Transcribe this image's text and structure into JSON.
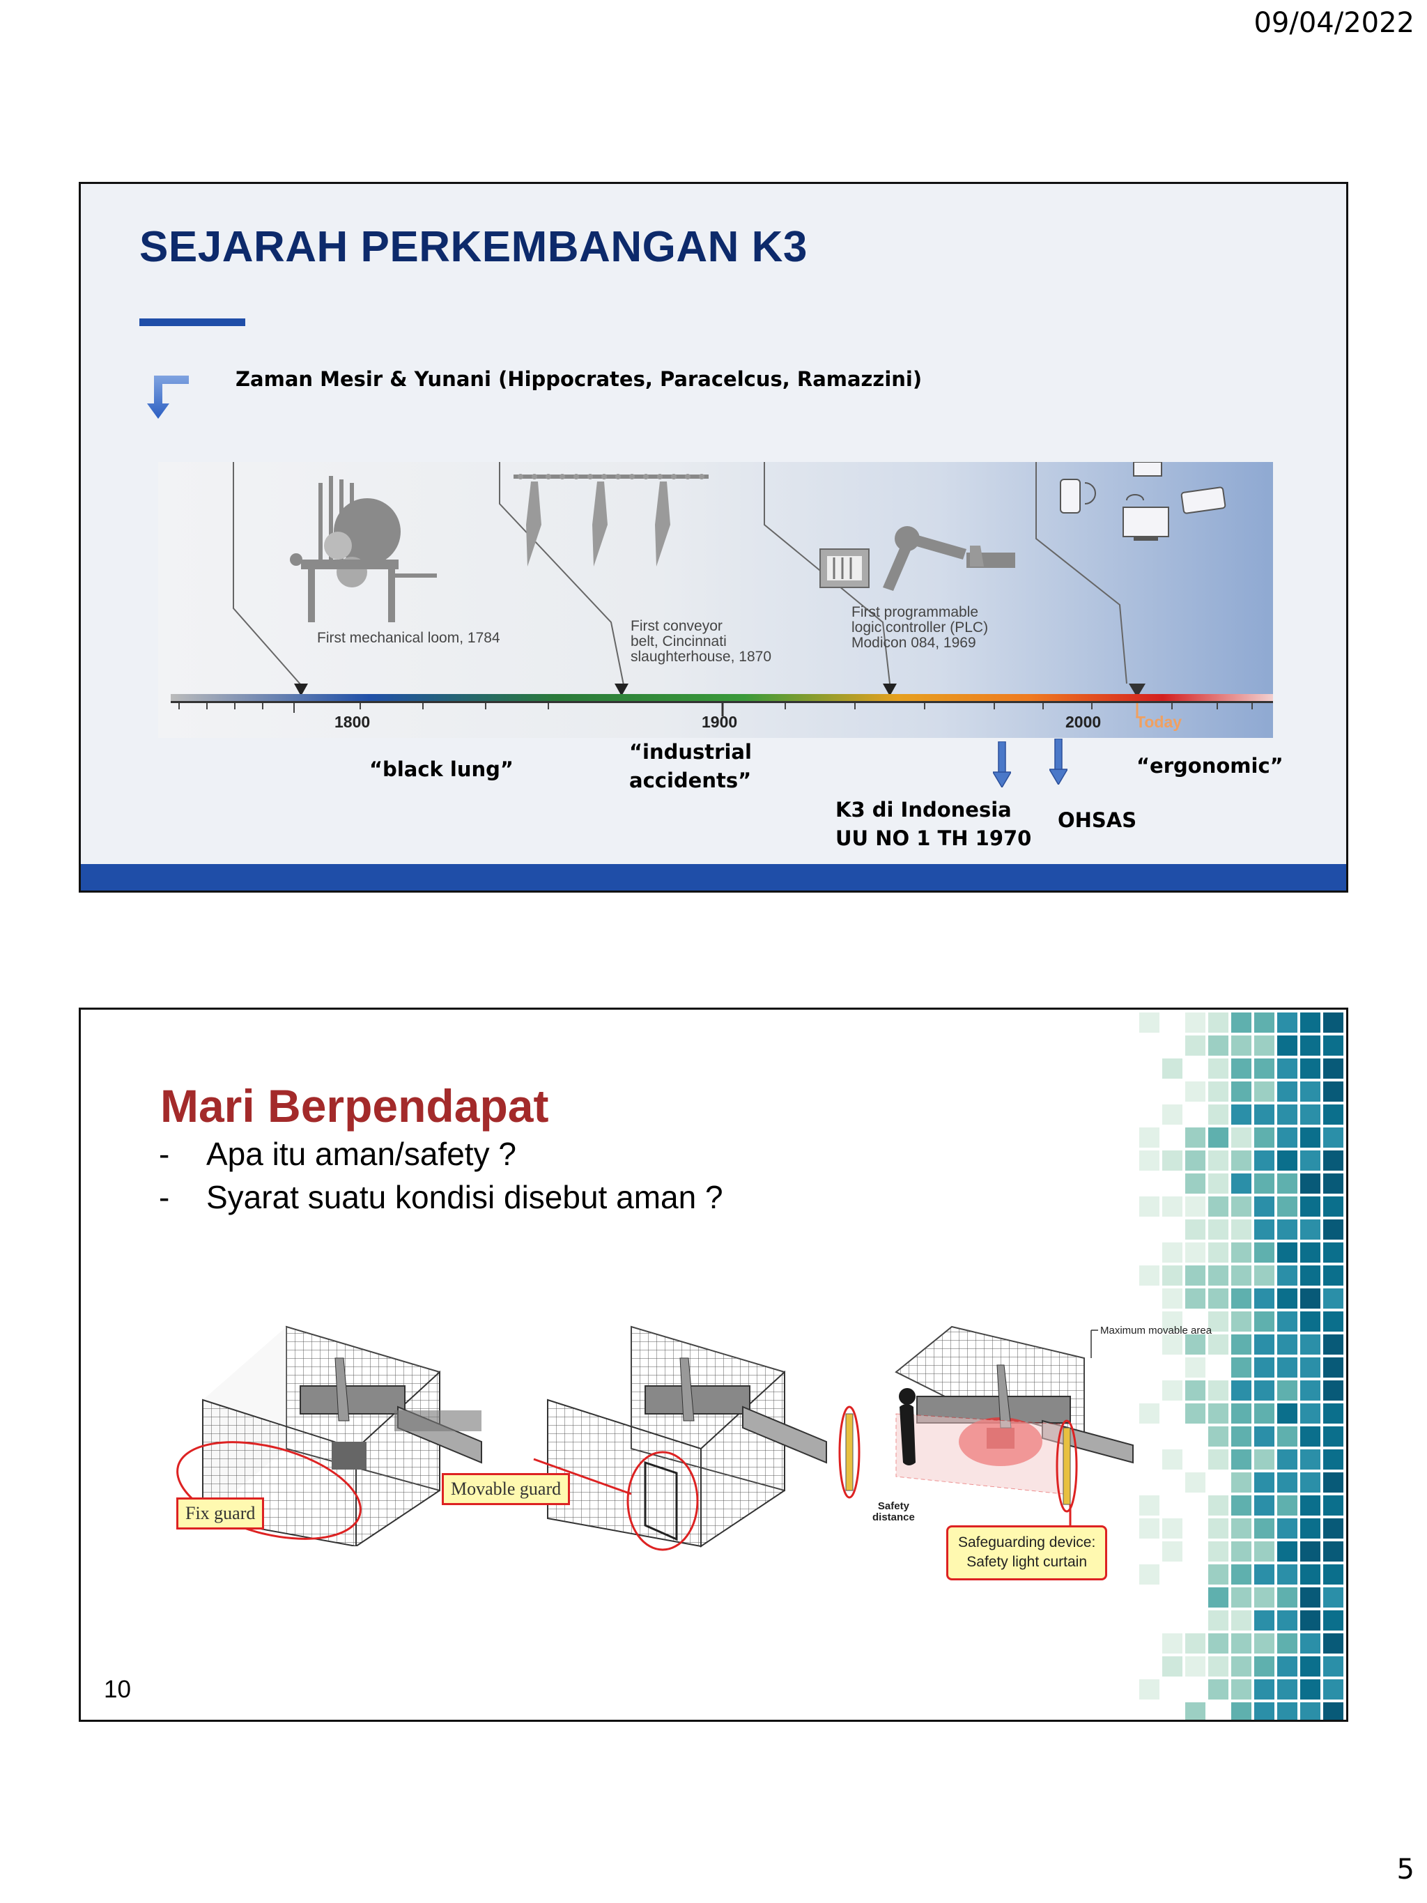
{
  "header": {
    "date": "09/04/2022"
  },
  "footer": {
    "page_number": "5"
  },
  "slide1": {
    "title": "SEJARAH PERKEMBANGAN K3",
    "era_label": "Zaman Mesir & Yunani (Hippocrates, Paracelcus, Ramazzini)",
    "timeline": {
      "events": [
        {
          "caption_line1": "First mechanical loom, 1784"
        },
        {
          "caption_line1": "First conveyor",
          "caption_line2": "belt, Cincinnati",
          "caption_line3": "slaughterhouse, 1870"
        },
        {
          "caption_line1": "First programmable",
          "caption_line2": "logic controller (PLC)",
          "caption_line3": "Modicon 084, 1969"
        }
      ],
      "years": [
        "1800",
        "1900",
        "2000"
      ],
      "today_label": "Today"
    },
    "annotations": {
      "black_lung": "“black lung”",
      "industrial_line1": "“industrial",
      "industrial_line2": "accidents”",
      "k3_line1": "K3 di Indonesia",
      "k3_line2": "UU NO 1 TH 1970",
      "ohsas": "OHSAS",
      "ergonomic": "“ergonomic”"
    },
    "colors": {
      "title": "#0d2a6b",
      "accent": "#1f4ea8"
    }
  },
  "slide2": {
    "title": "Mari Berpendapat",
    "bullets": [
      {
        "dash": "-",
        "text": "Apa itu aman/safety ?"
      },
      {
        "dash": "-",
        "text": "Syarat suatu kondisi disebut aman ?"
      }
    ],
    "slide_number": "10",
    "illustrations": {
      "fix_guard": "Fix guard",
      "movable_guard": "Movable guard",
      "maximum_area": "Maximum movable area",
      "safety_distance_line1": "Safety",
      "safety_distance_line2": "distance",
      "device_line1": "Safeguarding device:",
      "device_line2": "Safety light curtain"
    },
    "colors": {
      "title": "#a32a2a",
      "mosaic_dark": "#0b6f8c",
      "mosaic_light": "#d6ece0"
    }
  }
}
